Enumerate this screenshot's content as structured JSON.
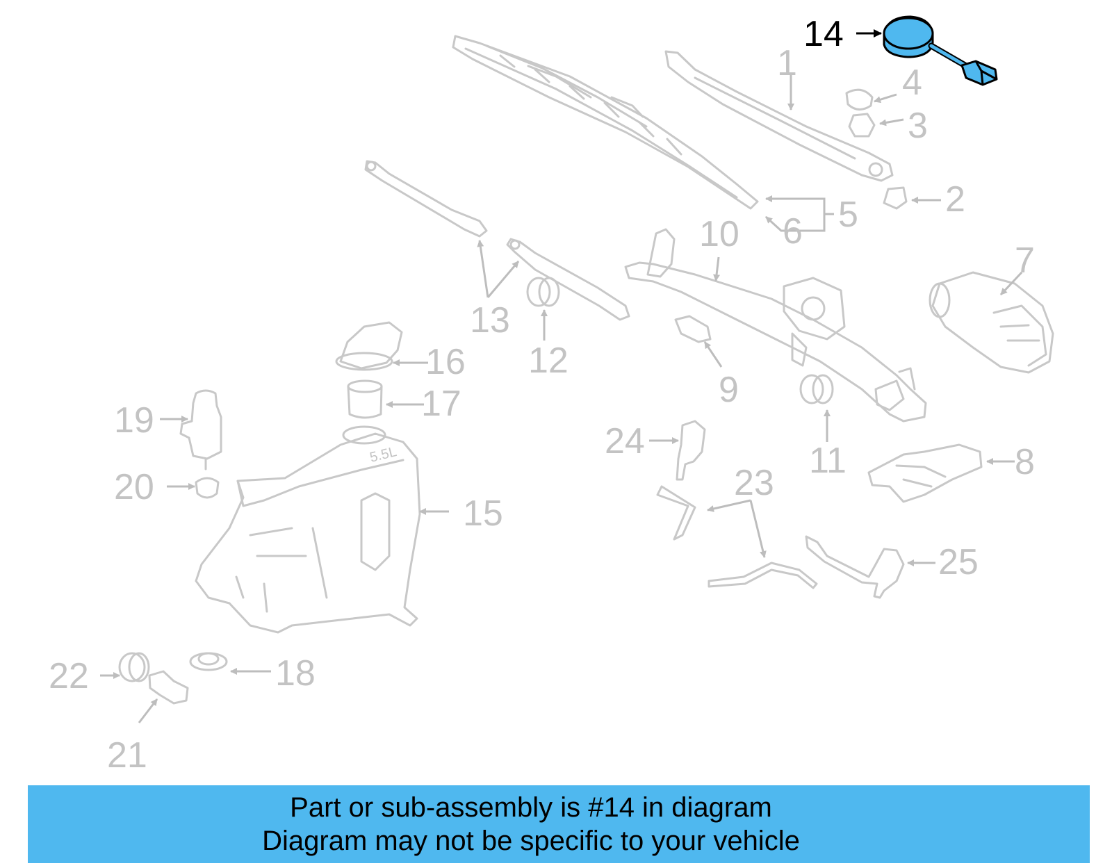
{
  "diagram": {
    "highlight_color": "#4fb8ef",
    "callouts": [
      "1",
      "2",
      "3",
      "4",
      "5",
      "6",
      "7",
      "8",
      "9",
      "10",
      "11",
      "12",
      "13",
      "14",
      "15",
      "16",
      "17",
      "18",
      "19",
      "20",
      "21",
      "22",
      "23",
      "24",
      "25"
    ],
    "highlighted_part": "14",
    "part_15_marking": "5.5L"
  },
  "banner": {
    "line1": "Part or sub-assembly is #14 in diagram",
    "line2": "Diagram may not be specific to your vehicle"
  }
}
